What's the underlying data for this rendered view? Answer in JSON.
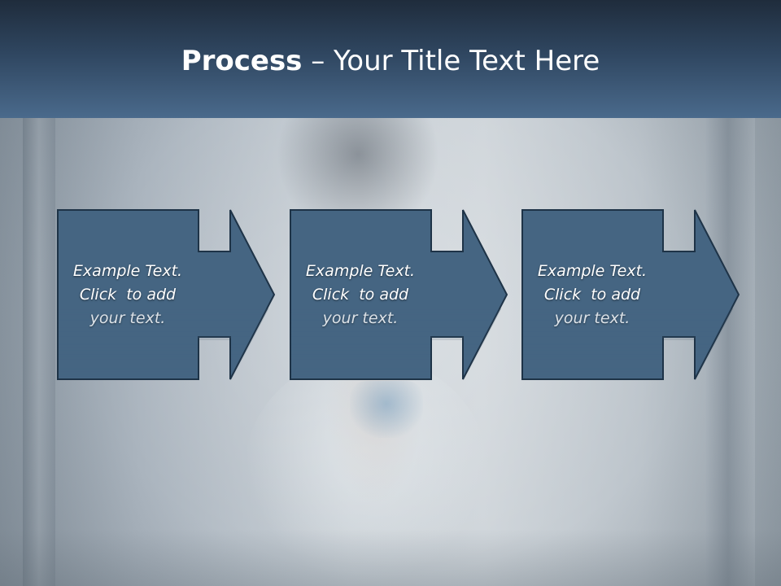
{
  "slide": {
    "title_bold": "Process",
    "title_rest": " – Your Title Text Here"
  },
  "steps": [
    {
      "line1": "Example Text.",
      "line2": "Click  to add",
      "line3": "your text."
    },
    {
      "line1": "Example Text.",
      "line2": "Click  to add",
      "line3": "your text."
    },
    {
      "line1": "Example Text.",
      "line2": "Click  to add",
      "line3": "your text."
    }
  ],
  "colors": {
    "shape_fill": "#456582",
    "shape_border": "#1e3347",
    "title_band_top": "#1f2c3c",
    "title_band_bottom": "#4a6a8c",
    "text": "#ffffff"
  },
  "icons": {
    "step_arrow": "right-arrow-icon"
  }
}
